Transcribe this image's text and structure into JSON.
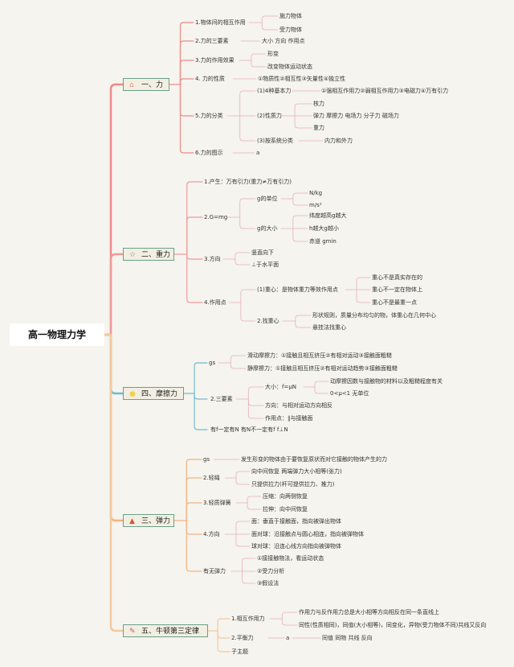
{
  "root": {
    "title": "高一物理力学"
  },
  "categories": {
    "force": {
      "label": "一、力",
      "icon": "home-icon",
      "color": "#e98a8a"
    },
    "gravity": {
      "label": "二、重力",
      "icon": "star-icon",
      "color": "#4a7fc1"
    },
    "friction": {
      "label": "四、摩擦力",
      "icon": "sun-icon",
      "color": "#f4d24a"
    },
    "elastic": {
      "label": "三、弹力",
      "icon": "fire-icon",
      "color": "#e0503b"
    },
    "newton": {
      "label": "五、牛顿第三定律",
      "icon": "pencil-icon",
      "color": "#c85a5a"
    }
  },
  "branch_colors": {
    "force": "#ec8a8a",
    "gravity": "#ef9a9a",
    "friction": "#6fbcd0",
    "elastic": "#f4b27f",
    "newton": "#f4c9a0",
    "leaf": "#e8b0b8"
  },
  "force": {
    "b1": {
      "label": "1.物体间的相互作用",
      "c1": "施力物体",
      "c2": "受力物体"
    },
    "b2": {
      "label": "2.力的三要素",
      "c1": "大小 方向 作用点"
    },
    "b3": {
      "label": "3.力的作用效果",
      "c1": "形变",
      "c2": "改变物体运动状态"
    },
    "b4": {
      "label": "4. 力的性质",
      "c1": "①物质性②相互性③矢量性④独立性"
    },
    "b5": {
      "label": "5.力的分类",
      "s1": {
        "label": "(1)4种基本力",
        "c1": "①强相互作用力②弱相互作用力③电磁力④万有引力"
      },
      "s2": {
        "label": "(2)性质力",
        "c1": "核力",
        "c2": "弹力 摩擦力 电场力 分子力 磁场力",
        "c3": "重力"
      },
      "s3": {
        "label": "(3)按系统分类",
        "c1": "内力和外力"
      }
    },
    "b6": {
      "label": "6.力的图示",
      "c1": "a"
    }
  },
  "gravity": {
    "b1": {
      "label": "1.产生：万有引力(重力≠万有引力)"
    },
    "b2": {
      "label": "2.G=mg",
      "s1": {
        "label": "g的单位",
        "c1": "N/kg",
        "c2": "m/s²"
      },
      "s2": {
        "label": "g的大小",
        "c1": "纬度越高g越大",
        "c2": "h越大g越小",
        "c3": "赤道 gmin"
      }
    },
    "b3": {
      "label": "3.方向",
      "c1": "竖直向下",
      "c2": "⊥于水平面"
    },
    "b4": {
      "label": "4.作用点",
      "s1": {
        "label": "(1)重心：是物体重力等效作用点",
        "c1": "重心不是真实存在的",
        "c2": "重心不一定在物体上",
        "c3": "重心不是最重一点"
      },
      "s2": {
        "label": "2.找重心",
        "c1": "形状规则，质量分布均匀的物，体重心在几何中心",
        "c2": "悬挂法找重心"
      }
    }
  },
  "friction": {
    "b1": {
      "label": "gs",
      "c1": "滑动摩擦力：①接触且相互挤压②有相对运动③接触面粗糙",
      "c2": "静摩擦力：①接触且相互挤压②有相对运动趋势③接触面粗糙"
    },
    "b2": {
      "label": "2.三要素",
      "s1": {
        "label": "大小：f=μN",
        "c1": "动摩擦因数与接触物的材料以及粗糙程度有关",
        "c2": "0<μ<1 无单位"
      },
      "s2": {
        "label": "方向：与相对运动方向相反"
      },
      "s3": {
        "label": "作用点：∥与接触面"
      }
    },
    "b3": {
      "label": "有f一定有N 有N不一定有f f⊥N"
    }
  },
  "elastic": {
    "b1": {
      "label": "gs",
      "c1": "发生形变的物体由于要恢复原状而对它接触的物体产生的力"
    },
    "b2": {
      "label": "2.轻绳",
      "c1": "向中间恢复 两端弹力大小相等(张力)",
      "c2": "只提供拉力(杆可提供拉力、推力)"
    },
    "b3": {
      "label": "3.轻质弹簧",
      "c1": "压缩：向两侧恢复",
      "c2": "拉伸：向中间恢复"
    },
    "b4": {
      "label": "4.方向",
      "c1": "面：垂直于接触面，指向被弹出物体",
      "c2": "面对球：沿接触点与圆心相连，指向被弹物体",
      "c3": "球对球：沿连心线方向指向被弹物体"
    },
    "b5": {
      "label": "有无弹力",
      "c1": "①接接触物法，看运动状态",
      "c2": "②受力分析",
      "c3": "③假设法"
    }
  },
  "newton": {
    "b1": {
      "label": "1.相互作用力",
      "c1": "作用力与反作用力总是大小相等方向相反在同一条直线上",
      "c2": "同性(性质相同)，同值(大小相等)，同变化，异物(受力物体不同)共线又反向"
    },
    "b2": {
      "label": "2.平衡力",
      "c1": "a",
      "c2": "同值 同物 共线 反向"
    },
    "b3": {
      "label": "子主题"
    }
  }
}
